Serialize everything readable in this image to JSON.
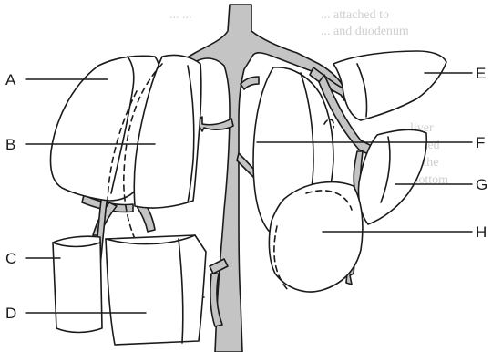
{
  "figure": {
    "left_labels": [
      "A",
      "B",
      "C",
      "D"
    ],
    "right_labels": [
      "E",
      "F",
      "G",
      "H"
    ]
  },
  "bleed_through_text": {
    "top_left": "... ...",
    "top_right": [
      "... attached to",
      "... and duodenum"
    ],
    "right_block": [
      "... liver",
      "... rolled",
      "... in the",
      "... Bottom"
    ]
  },
  "colors": {
    "outline": "#1a1a1a",
    "vessel_fill": "#c4c4c4",
    "lobe_fill": "#ffffff",
    "bleed_text": "#cfcfcf"
  }
}
